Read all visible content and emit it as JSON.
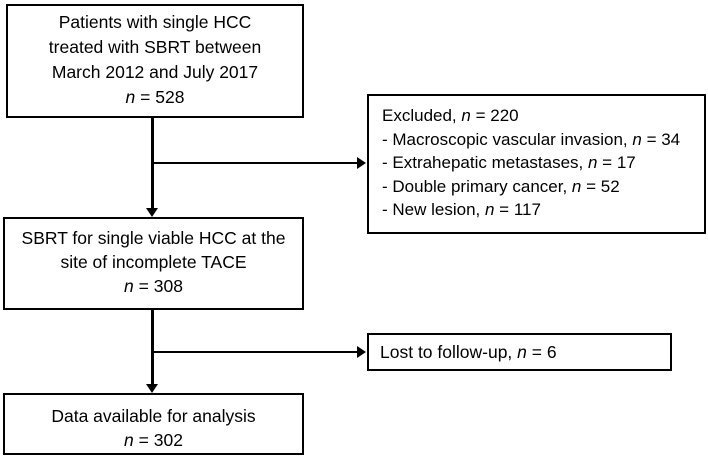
{
  "figure": {
    "background_color": "#ffffff",
    "line_color": "#000000",
    "text_color": "#000000"
  },
  "boxes": {
    "enrollment": {
      "lines": [
        "Patients with single HCC",
        "treated with SBRT between",
        "March 2012 and July 2017"
      ],
      "count": {
        "var": "n",
        "rest": " = 528"
      }
    },
    "excluded": {
      "title": {
        "pre": "Excluded, ",
        "var": "n",
        "rest": " = 220"
      },
      "items": [
        {
          "pre": "- Macroscopic vascular invasion, ",
          "var": "n",
          "rest": " = 34"
        },
        {
          "pre": "- Extrahepatic metastases, ",
          "var": "n",
          "rest": " = 17"
        },
        {
          "pre": "- Double primary cancer, ",
          "var": "n",
          "rest": " = 52"
        },
        {
          "pre": "- New lesion, ",
          "var": "n",
          "rest": " = 117"
        }
      ]
    },
    "sbrt": {
      "lines": [
        "SBRT for single viable HCC at the",
        "site of incomplete TACE"
      ],
      "count": {
        "var": "n",
        "rest": " = 308"
      }
    },
    "lost_to_followup": {
      "line": {
        "pre": "Lost to follow-up, ",
        "var": "n",
        "rest": " = 6"
      }
    },
    "analysis": {
      "lines": [
        "Data available for analysis"
      ],
      "count": {
        "var": "n",
        "rest": " = 302"
      }
    }
  }
}
